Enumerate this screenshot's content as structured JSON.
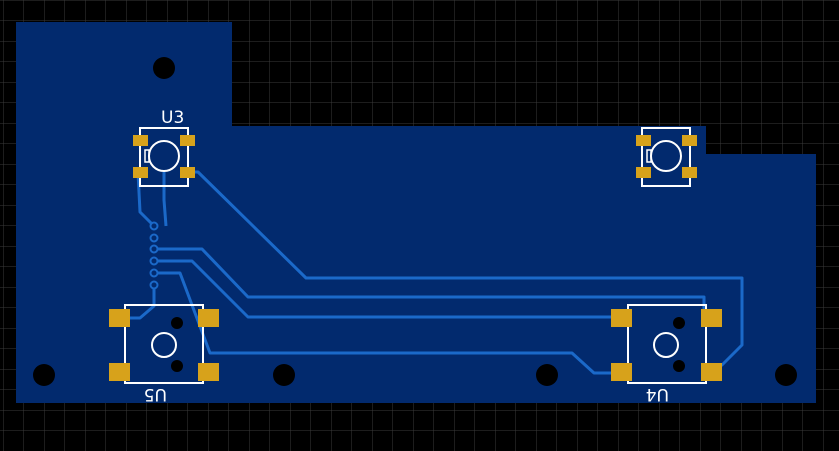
{
  "colors": {
    "background": "#000000",
    "grid": "#3a3a3a",
    "board_fill": "#022a6e",
    "trace": "#1b69c9",
    "pad": "#d7a21b",
    "silkscreen": "#ffffff",
    "hole": "#000000"
  },
  "components": [
    {
      "id": "U3",
      "label": "U3",
      "kind": "small-switch"
    },
    {
      "id": "U3b",
      "label": "",
      "kind": "small-switch"
    },
    {
      "id": "U5",
      "label": "U5",
      "kind": "tactile-switch",
      "mirrored": true
    },
    {
      "id": "U4",
      "label": "U4",
      "kind": "tactile-switch",
      "mirrored": true
    }
  ]
}
